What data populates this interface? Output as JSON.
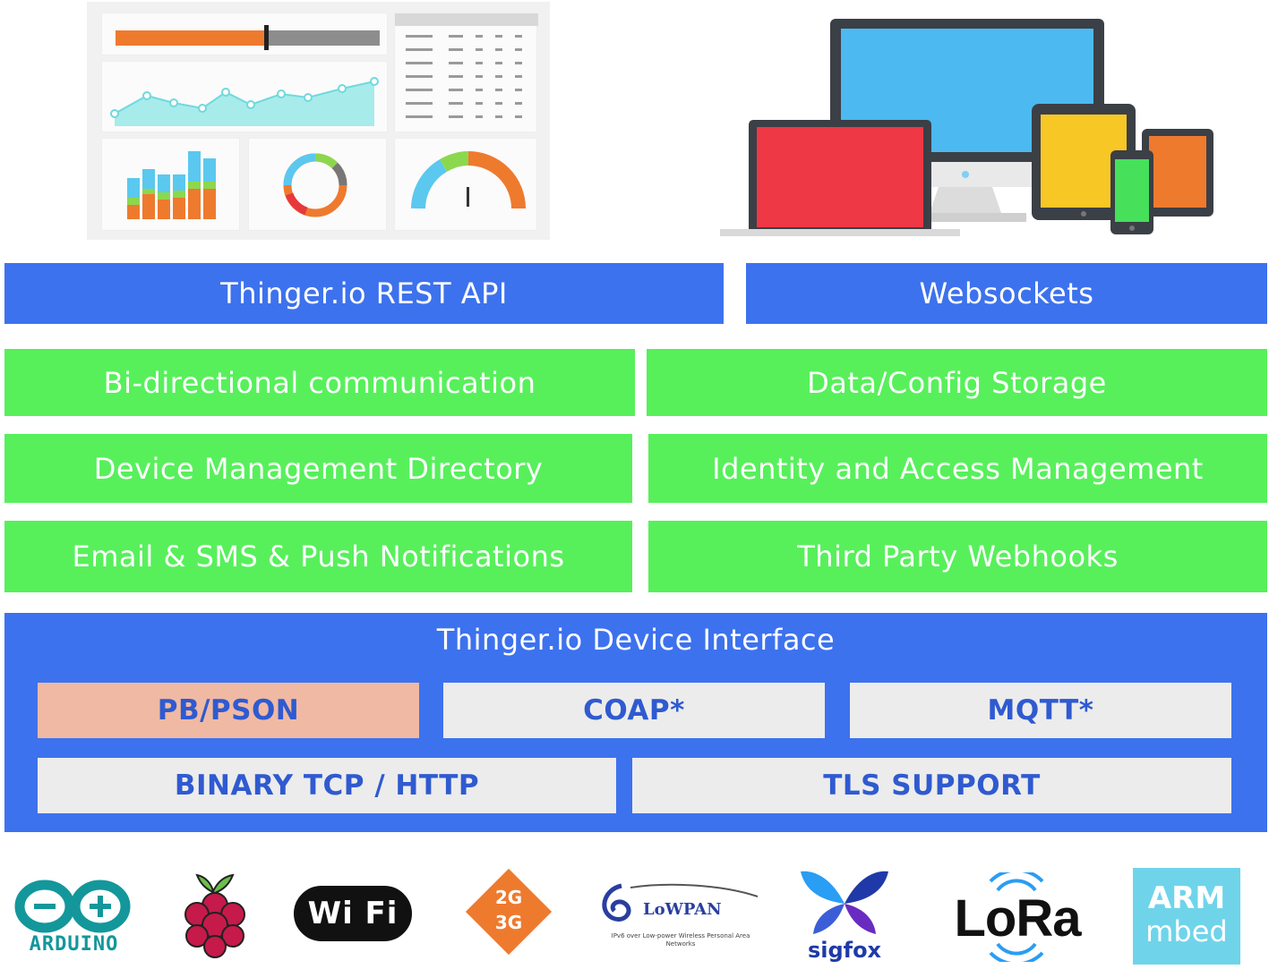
{
  "api_layer": {
    "rest": "Thinger.io REST API",
    "websockets": "Websockets"
  },
  "features": [
    "Bi-directional communication",
    "Data/Config Storage",
    "Device Management Directory",
    "Identity and Access Management",
    "Email & SMS & Push Notifications",
    "Third Party Webhooks"
  ],
  "device_interface": {
    "title": "Thinger.io Device Interface",
    "protocols": [
      "PB/PSON",
      "COAP*",
      "MQTT*"
    ],
    "transports": [
      "BINARY TCP / HTTP",
      "TLS SUPPORT"
    ]
  },
  "logos": {
    "arduino": "ARDUINO",
    "raspberry": "raspberry-pi",
    "wifi": "Wi Fi",
    "cellular_top": "2G",
    "cellular_bottom": "3G",
    "lowpan": "LoWPAN",
    "lowpan_sub": "IPv6 over Low-power Wireless Personal Area Networks",
    "sigfox": "sigfox",
    "lora": "LoRa",
    "arm_top": "ARM",
    "arm_bottom": "mbed"
  },
  "colors": {
    "blue": "#3d72ee",
    "green": "#57f05b",
    "salmon": "#f0b9a3",
    "grey": "#ececec",
    "text_blue": "#2f5ad0"
  }
}
